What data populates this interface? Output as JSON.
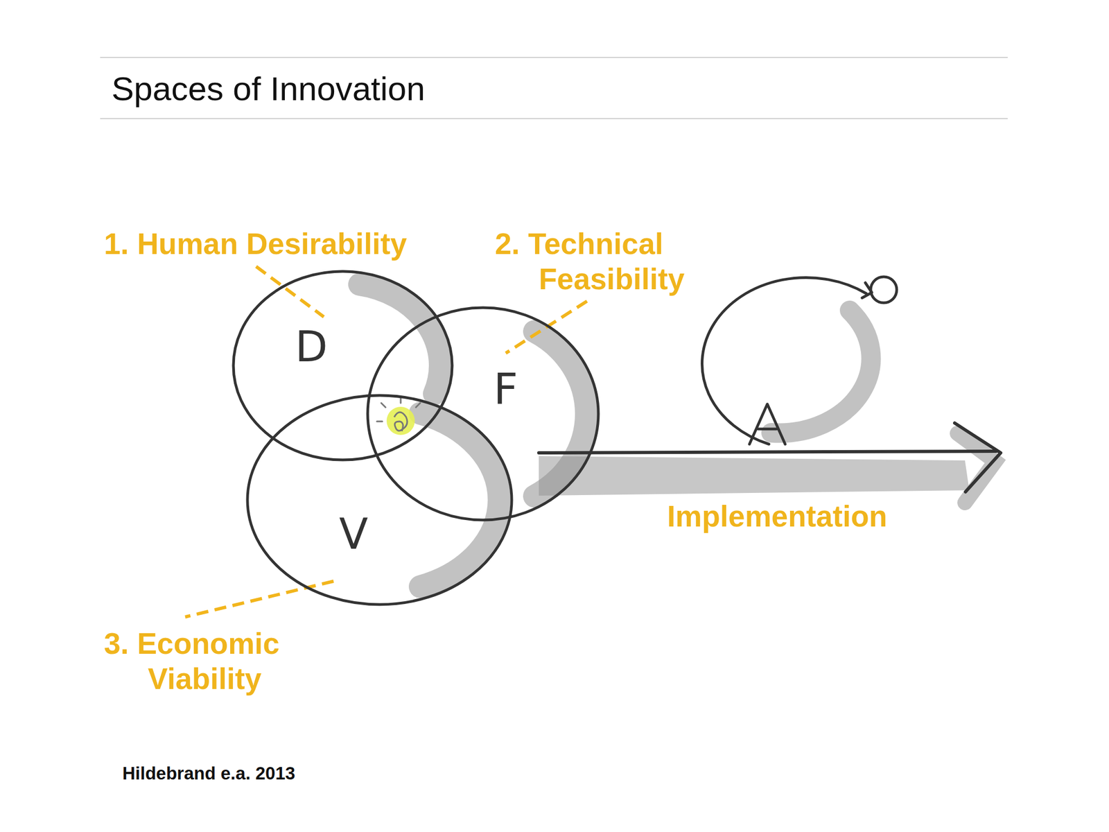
{
  "diagram": {
    "title": "Spaces of Innovation",
    "caption": "Hildebrand e.a. 2013",
    "nodes": [
      {
        "text": [
          "D"
        ]
      },
      {
        "text": [
          "F"
        ]
      },
      {
        "text": [
          "V"
        ]
      }
    ],
    "labels": [
      "1. Human Desirability",
      "2. Technical Feasibility",
      "3. Economic Viability",
      "Implementation"
    ]
  }
}
